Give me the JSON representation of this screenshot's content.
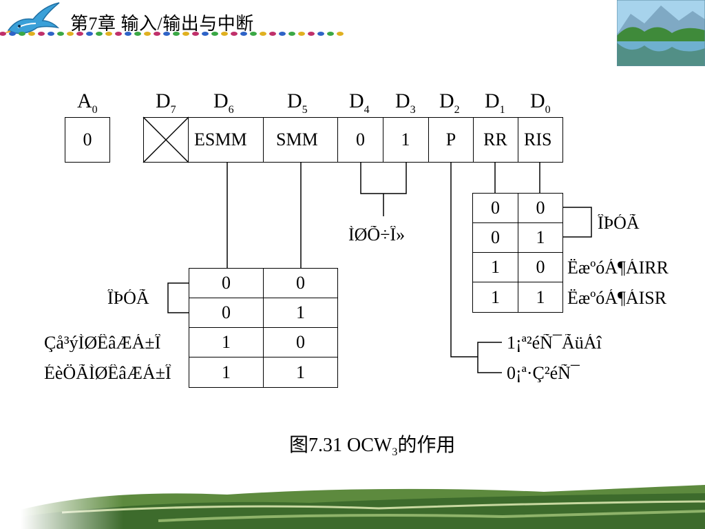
{
  "header": {
    "title": "第7章   输入/输出与中断"
  },
  "bits": {
    "a0": {
      "letter": "A",
      "sub": "0"
    },
    "d7": {
      "letter": "D",
      "sub": "7"
    },
    "d6": {
      "letter": "D",
      "sub": "6"
    },
    "d5": {
      "letter": "D",
      "sub": "5"
    },
    "d4": {
      "letter": "D",
      "sub": "4"
    },
    "d3": {
      "letter": "D",
      "sub": "3"
    },
    "d2": {
      "letter": "D",
      "sub": "2"
    },
    "d1": {
      "letter": "D",
      "sub": "1"
    },
    "d0": {
      "letter": "D",
      "sub": "0"
    }
  },
  "register": {
    "a0_value": "0",
    "d6": "ESMM",
    "d5": "SMM",
    "d4": "0",
    "d3": "1",
    "d2": "P",
    "d1": "RR",
    "d0": "RIS"
  },
  "d4d3_label": "ÌØÕ÷Î»",
  "rr_ris_table": {
    "rows": [
      [
        "0",
        "0"
      ],
      [
        "0",
        "1"
      ],
      [
        "1",
        "0"
      ],
      [
        "1",
        "1"
      ]
    ],
    "labels": [
      "ÎÞÓÃ",
      "ËæºóÁ¶ÁIRR",
      "ËæºóÁ¶ÁISR"
    ]
  },
  "esmm_smm_table": {
    "rows": [
      [
        "0",
        "0"
      ],
      [
        "0",
        "1"
      ],
      [
        "1",
        "0"
      ],
      [
        "1",
        "1"
      ]
    ],
    "labels": [
      "ÎÞÓÃ",
      "Çå³ýÌØÊâÆÁ±Î",
      "ÉèÖÃÌØÊâÆÁ±Î"
    ]
  },
  "p_labels": [
    "1¡ª²éÑ¯ÃüÁî",
    "0¡ª·Ç²éÑ¯"
  ],
  "caption": {
    "prefix": "图7.31  OCW",
    "sub": "3",
    "suffix": "的作用"
  },
  "colors": {
    "dot1": "#c0306a",
    "dot2": "#2e63c7",
    "dot3": "#3aa845",
    "dot4": "#e0b020"
  }
}
